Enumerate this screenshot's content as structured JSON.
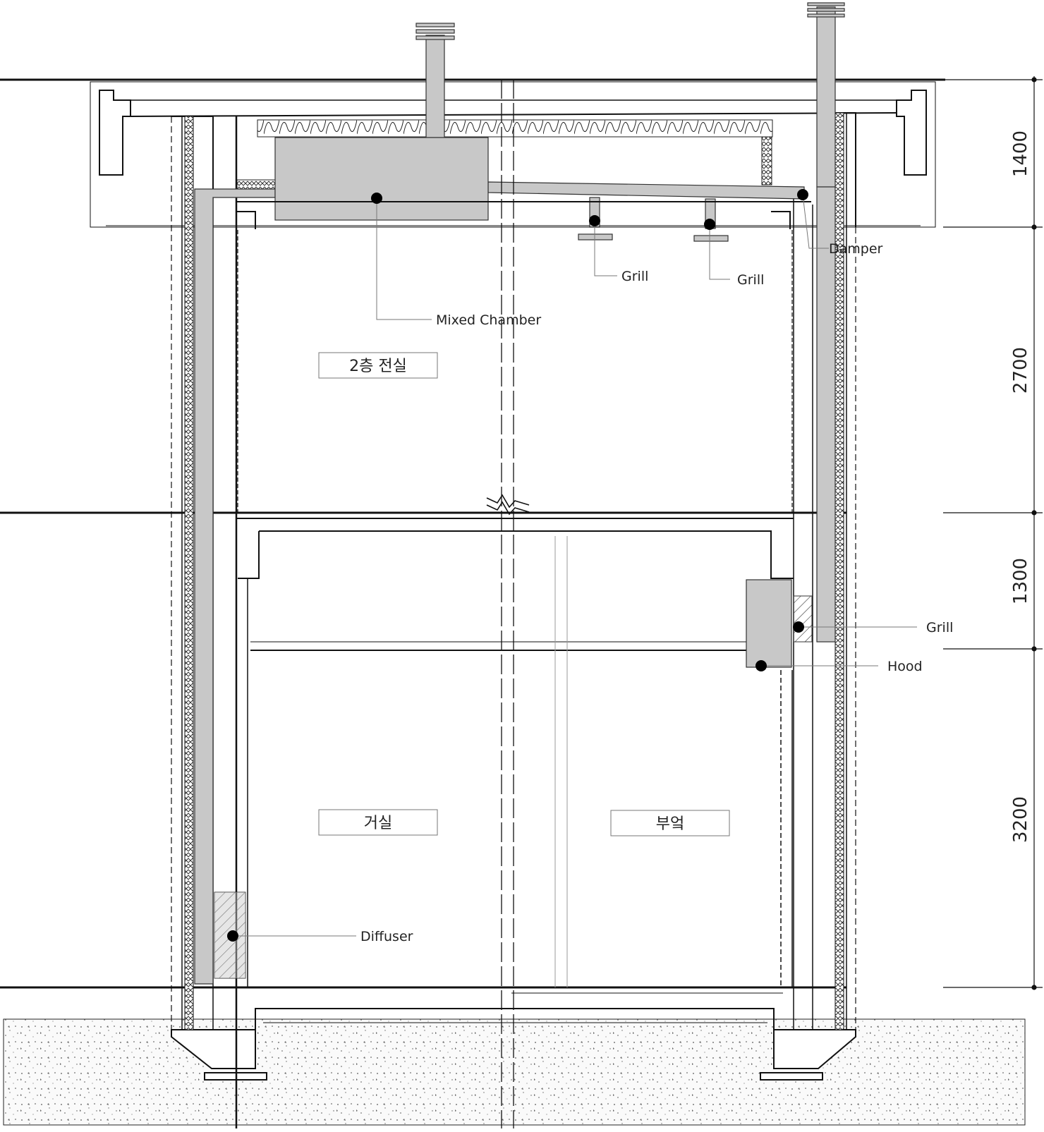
{
  "colors": {
    "duct": "#c8c8c8",
    "line": "#111111",
    "ground_fill": "#f6f6f6",
    "insulation": "#444444"
  },
  "rooms": {
    "upper": "2층 전실",
    "living": "거실",
    "kitchen": "부엌"
  },
  "callouts": {
    "mixed_chamber": "Mixed Chamber",
    "grill_1": "Grill",
    "grill_2": "Grill",
    "damper": "Damper",
    "grill_3": "Grill",
    "hood": "Hood",
    "diffuser": "Diffuser"
  },
  "dimensions": [
    "1400",
    "2700",
    "1300",
    "3200"
  ]
}
